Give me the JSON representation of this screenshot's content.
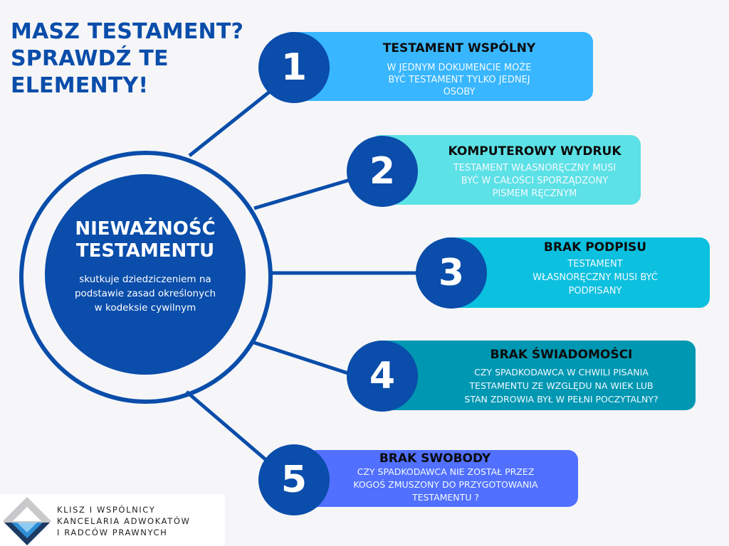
{
  "headline": {
    "lines": [
      "MASZ TESTAMENT?",
      "SPRAWDŹ TE",
      "ELEMENTY!"
    ],
    "color": "#0A4DAA"
  },
  "hub": {
    "title_lines": [
      "NIEWAŻNOŚĆ",
      "TESTAMENTU"
    ],
    "subtitle_lines": [
      "skutkuje dziedziczeniem na",
      "podstawie zasad określonych",
      "w kodeksie cywilnym"
    ],
    "color": "#0A4DAA"
  },
  "items": [
    {
      "number": "1",
      "title": "TESTAMENT WSPÓLNY",
      "desc_lines": [
        "W JEDNYM DOKUMENCIE MOŻE",
        "BYĆ TESTAMENT TYLKO JEDNEJ",
        "OSOBY"
      ],
      "color": "#38B6FF"
    },
    {
      "number": "2",
      "title": "KOMPUTEROWY WYDRUK",
      "desc_lines": [
        "TESTAMENT WŁASNORĘCZNY MUSI",
        "BYĆ W CAŁOŚCI SPORZĄDZONY",
        "PISMEM RĘCZNYM"
      ],
      "color": "#5CE1E6"
    },
    {
      "number": "3",
      "title": "BRAK PODPISU",
      "desc_lines": [
        "TESTAMENT",
        "WŁASNORĘCZNY MUSI BYĆ",
        "PODPISANY"
      ],
      "color": "#0CC0DF"
    },
    {
      "number": "4",
      "title": "BRAK ŚWIADOMOŚCI",
      "desc_lines": [
        "CZY SPADKODAWCA W CHWILI PISANIA",
        "TESTAMENTU ZE WZGLĘDU NA WIEK LUB",
        "STAN ZDROWIA BYŁ W PEŁNI  POCZYTALNY?"
      ],
      "color": "#0097B2"
    },
    {
      "number": "5",
      "title": "BRAK SWOBODY",
      "desc_lines": [
        "CZY SPADKODAWCA NIE ZOSTAŁ PRZEZ",
        "KOGOŚ ZMUSZONY DO PRZYGOTOWANIA",
        "TESTAMENTU ?"
      ],
      "color": "#5170FF"
    }
  ],
  "logo": {
    "lines": [
      "KLISZ I WSPÓLNICY",
      "KANCELARIA ADWOKATÓW",
      "I RADCÓW PRAWNYCH"
    ],
    "icon": "diamond-logo-icon"
  }
}
